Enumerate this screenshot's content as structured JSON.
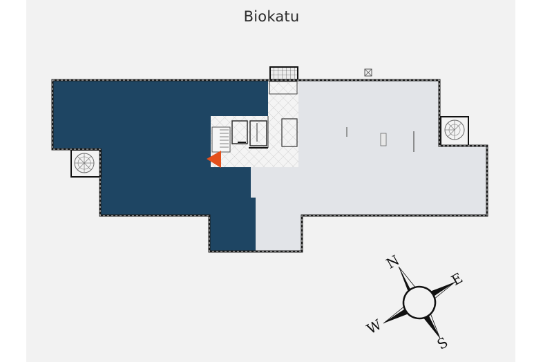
{
  "title": "Biokatu",
  "floorplan": {
    "colors": {
      "background": "#f2f2f2",
      "selected_area": "#1e4563",
      "other_area": "#e2e4e8",
      "core_area": "#f4f4f4",
      "wall": "#1a1a1a",
      "marker": "#e4501c"
    },
    "areas": [
      {
        "name": "selected-premises",
        "state": "highlighted"
      },
      {
        "name": "other-premises",
        "state": "unselected"
      },
      {
        "name": "stairwell-core",
        "state": "common"
      }
    ],
    "marker": {
      "name": "entrance-marker",
      "direction": "left"
    }
  },
  "compass": {
    "north": "N",
    "east": "E",
    "south": "S",
    "west": "W",
    "rotation_deg": -30
  }
}
